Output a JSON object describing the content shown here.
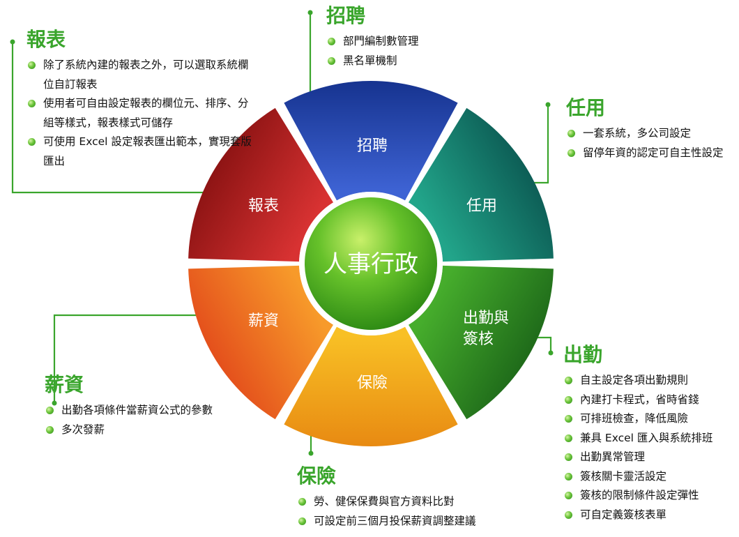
{
  "center": {
    "label": "人事行政"
  },
  "wheel": {
    "segments": [
      {
        "id": "recruit",
        "label": "招聘",
        "color_light": "#3e63d4",
        "color_dark": "#16338f"
      },
      {
        "id": "employ",
        "label": "任用",
        "color_light": "#22a58a",
        "color_dark": "#0d5e56"
      },
      {
        "id": "attend",
        "label_lines": [
          "出勤與",
          "簽核"
        ],
        "color_light": "#46ad2c",
        "color_dark": "#1f6b1a"
      },
      {
        "id": "insurance",
        "label": "保險",
        "color_light": "#f8c025",
        "color_dark": "#e88a12"
      },
      {
        "id": "salary",
        "label": "薪資",
        "color_light": "#f79a2a",
        "color_dark": "#e4501c"
      },
      {
        "id": "report",
        "label": "報表",
        "color_light": "#d83232",
        "color_dark": "#8e1414"
      }
    ]
  },
  "sections": {
    "report": {
      "title": "報表",
      "items": [
        "除了系統內建的報表之外，可以選取系統欄位自訂報表",
        "使用者可自由設定報表的欄位元、排序、分組等樣式，報表樣式可儲存",
        "可使用 Excel 設定報表匯出範本，實現套版匯出"
      ]
    },
    "recruit": {
      "title": "招聘",
      "items": [
        "部門編制數管理",
        "黑名單機制"
      ]
    },
    "employ": {
      "title": "任用",
      "items": [
        "一套系統，多公司設定",
        "留停年資的認定可自主性設定"
      ]
    },
    "salary": {
      "title": "薪資",
      "items": [
        "出勤各項條件當薪資公式的參數",
        "多次發薪"
      ]
    },
    "insurance": {
      "title": "保險",
      "items": [
        "勞、健保保費與官方資料比對",
        "可設定前三個月投保薪資調整建議"
      ]
    },
    "attend": {
      "title": "出勤",
      "items": [
        "自主設定各項出勤規則",
        "內建打卡程式，省時省錢",
        "可排班檢查，降低風險",
        "兼具 Excel 匯入與系統排班",
        "出勤異常管理",
        "簽核關卡靈活設定",
        "簽核的限制條件設定彈性",
        "可自定義簽核表單"
      ]
    }
  },
  "colors": {
    "accent_green": "#3aa52c",
    "connector": "#3aa52c"
  }
}
